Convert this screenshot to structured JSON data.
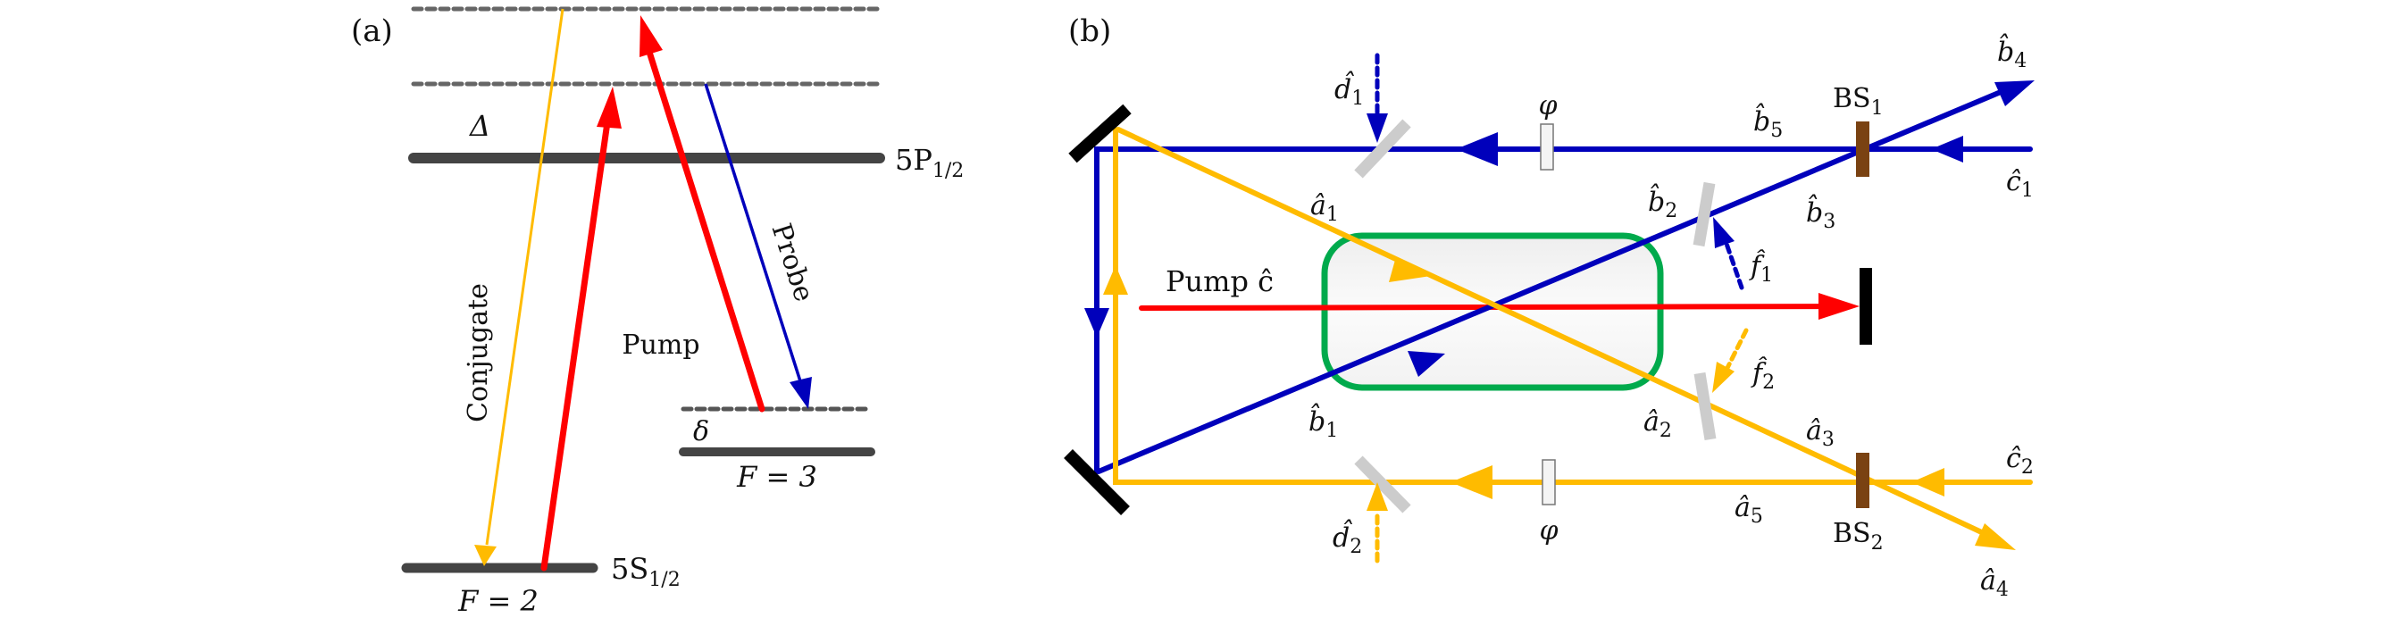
{
  "colors": {
    "level": "#444444",
    "dashed_level": "#666666",
    "pump": "#ff0000",
    "probe": "#0000bb",
    "conjugate": "#ffbb00",
    "cell_border": "#00aa4c",
    "cell_fill": "#f4f4f4",
    "beamsplitter": "#7a4212",
    "mirror": "#000000",
    "plate": "#cccccc"
  },
  "panel_a": {
    "label": "(a)",
    "delta_large": "Δ",
    "delta_small": "δ",
    "level_5p": {
      "main": "5P",
      "sub": "1/2"
    },
    "level_5s": {
      "main": "5S",
      "sub": "1/2"
    },
    "f3": "F = 3",
    "f2": "F = 2",
    "conjugate_label": "Conjugate",
    "probe_label": "Probe",
    "pump_label": "Pump"
  },
  "panel_b": {
    "label": "(b)",
    "pump_label": "Pump ĉ",
    "phase_top": "φ",
    "phase_bottom": "φ",
    "bs1": {
      "main": "BS",
      "sub": "1"
    },
    "bs2": {
      "main": "BS",
      "sub": "2"
    },
    "modes": {
      "a1": {
        "main": "â",
        "sub": "1"
      },
      "a2": {
        "main": "â",
        "sub": "2"
      },
      "a3": {
        "main": "â",
        "sub": "3"
      },
      "a4": {
        "main": "â",
        "sub": "4"
      },
      "a5": {
        "main": "â",
        "sub": "5"
      },
      "b1": {
        "main": "b̂",
        "sub": "1"
      },
      "b2": {
        "main": "b̂",
        "sub": "2"
      },
      "b3": {
        "main": "b̂",
        "sub": "3"
      },
      "b4": {
        "main": "b̂",
        "sub": "4"
      },
      "b5": {
        "main": "b̂",
        "sub": "5"
      },
      "c1": {
        "main": "ĉ",
        "sub": "1"
      },
      "c2": {
        "main": "ĉ",
        "sub": "2"
      },
      "d1": {
        "main": "d̂",
        "sub": "1"
      },
      "d2": {
        "main": "d̂",
        "sub": "2"
      },
      "f1": {
        "main": "f̂",
        "sub": "1"
      },
      "f2": {
        "main": "f̂",
        "sub": "2"
      }
    }
  }
}
